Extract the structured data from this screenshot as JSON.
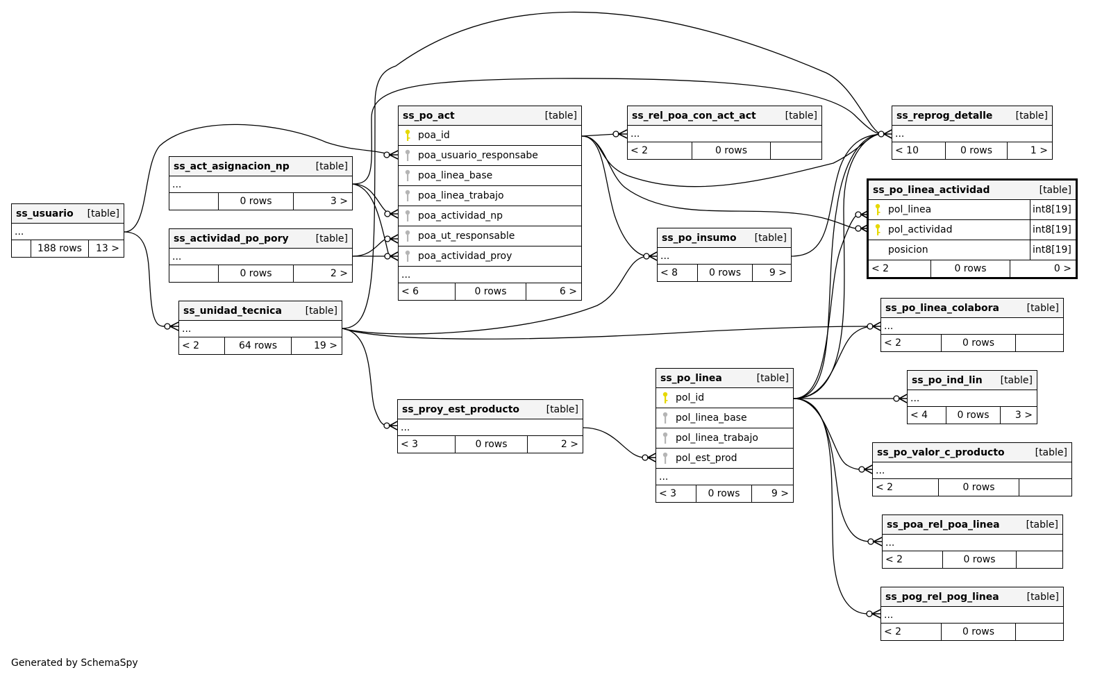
{
  "diagram": {
    "generator_text": "Generated by SchemaSpy",
    "colors": {
      "primary_key": "#e6d800",
      "foreign_key": "#b5b5b5",
      "header_bg": "#f4f4f4",
      "line": "#000000"
    },
    "tables": {
      "ss_usuario": {
        "name": "ss_usuario",
        "type": "[table]",
        "columns": [],
        "ellipsis": "...",
        "parents": "",
        "rows": "188 rows",
        "children": "13 >"
      },
      "ss_act_asignacion_np": {
        "name": "ss_act_asignacion_np",
        "type": "[table]",
        "columns": [],
        "ellipsis": "...",
        "parents": "",
        "rows": "0 rows",
        "children": "3 >"
      },
      "ss_actividad_po_pory": {
        "name": "ss_actividad_po_pory",
        "type": "[table]",
        "columns": [],
        "ellipsis": "...",
        "parents": "",
        "rows": "0 rows",
        "children": "2 >"
      },
      "ss_unidad_tecnica": {
        "name": "ss_unidad_tecnica",
        "type": "[table]",
        "columns": [],
        "ellipsis": "...",
        "parents": "< 2",
        "rows": "64 rows",
        "children": "19 >"
      },
      "ss_po_act": {
        "name": "ss_po_act",
        "type": "[table]",
        "columns": [
          {
            "name": "poa_id",
            "key": "primary"
          },
          {
            "name": "poa_usuario_responsabe",
            "key": "foreign"
          },
          {
            "name": "poa_linea_base",
            "key": "foreign"
          },
          {
            "name": "poa_linea_trabajo",
            "key": "foreign"
          },
          {
            "name": "poa_actividad_np",
            "key": "foreign"
          },
          {
            "name": "poa_ut_responsable",
            "key": "foreign"
          },
          {
            "name": "poa_actividad_proy",
            "key": "foreign"
          }
        ],
        "ellipsis": "...",
        "parents": "< 6",
        "rows": "0 rows",
        "children": "6 >"
      },
      "ss_proy_est_producto": {
        "name": "ss_proy_est_producto",
        "type": "[table]",
        "columns": [],
        "ellipsis": "...",
        "parents": "< 3",
        "rows": "0 rows",
        "children": "2 >"
      },
      "ss_rel_poa_con_act_act": {
        "name": "ss_rel_poa_con_act_act",
        "type": "[table]",
        "columns": [],
        "ellipsis": "...",
        "parents": "< 2",
        "rows": "0 rows",
        "children": ""
      },
      "ss_po_insumo": {
        "name": "ss_po_insumo",
        "type": "[table]",
        "columns": [],
        "ellipsis": "...",
        "parents": "< 8",
        "rows": "0 rows",
        "children": "9 >"
      },
      "ss_po_linea": {
        "name": "ss_po_linea",
        "type": "[table]",
        "columns": [
          {
            "name": "pol_id",
            "key": "primary"
          },
          {
            "name": "pol_linea_base",
            "key": "foreign"
          },
          {
            "name": "pol_linea_trabajo",
            "key": "foreign"
          },
          {
            "name": "pol_est_prod",
            "key": "foreign"
          }
        ],
        "ellipsis": "...",
        "parents": "< 3",
        "rows": "0 rows",
        "children": "9 >"
      },
      "ss_reprog_detalle": {
        "name": "ss_reprog_detalle",
        "type": "[table]",
        "columns": [],
        "ellipsis": "...",
        "parents": "< 10",
        "rows": "0 rows",
        "children": "1 >"
      },
      "ss_po_linea_actividad": {
        "name": "ss_po_linea_actividad",
        "type": "[table]",
        "columns": [
          {
            "name": "pol_linea",
            "key": "primary",
            "datatype": "int8[19]"
          },
          {
            "name": "pol_actividad",
            "key": "primary",
            "datatype": "int8[19]"
          },
          {
            "name": "posicion",
            "key": "none",
            "datatype": "int8[19]"
          }
        ],
        "parents": "< 2",
        "rows": "0 rows",
        "children": "0 >"
      },
      "ss_po_linea_colabora": {
        "name": "ss_po_linea_colabora",
        "type": "[table]",
        "columns": [],
        "ellipsis": "...",
        "parents": "< 2",
        "rows": "0 rows",
        "children": ""
      },
      "ss_po_ind_lin": {
        "name": "ss_po_ind_lin",
        "type": "[table]",
        "columns": [],
        "ellipsis": "...",
        "parents": "< 4",
        "rows": "0 rows",
        "children": "3 >"
      },
      "ss_po_valor_c_producto": {
        "name": "ss_po_valor_c_producto",
        "type": "[table]",
        "columns": [],
        "ellipsis": "...",
        "parents": "< 2",
        "rows": "0 rows",
        "children": ""
      },
      "ss_poa_rel_poa_linea": {
        "name": "ss_poa_rel_poa_linea",
        "type": "[table]",
        "columns": [],
        "ellipsis": "...",
        "parents": "< 2",
        "rows": "0 rows",
        "children": ""
      },
      "ss_pog_rel_pog_linea": {
        "name": "ss_pog_rel_pog_linea",
        "type": "[table]",
        "columns": [],
        "ellipsis": "...",
        "parents": "< 2",
        "rows": "0 rows",
        "children": ""
      }
    },
    "relationships": [
      {
        "from": "ss_usuario",
        "to": "ss_po_act.poa_usuario_responsabe"
      },
      {
        "from": "ss_usuario",
        "to": "ss_unidad_tecnica"
      },
      {
        "from": "ss_act_asignacion_np",
        "to": "ss_po_act.poa_actividad_np"
      },
      {
        "from": "ss_act_asignacion_np",
        "to": "ss_reprog_detalle"
      },
      {
        "from": "ss_act_asignacion_np",
        "to": "ss_po_act.poa_actividad_proy"
      },
      {
        "from": "ss_actividad_po_pory",
        "to": "ss_po_act.poa_ut_responsable"
      },
      {
        "from": "ss_actividad_po_pory",
        "to": "ss_po_act.poa_actividad_proy"
      },
      {
        "from": "ss_unidad_tecnica",
        "to": "ss_reprog_detalle"
      },
      {
        "from": "ss_unidad_tecnica",
        "to": "ss_po_insumo"
      },
      {
        "from": "ss_unidad_tecnica",
        "to": "ss_po_linea_colabora"
      },
      {
        "from": "ss_unidad_tecnica",
        "to": "ss_proy_est_producto"
      },
      {
        "from": "ss_po_act",
        "to": "ss_rel_poa_con_act_act"
      },
      {
        "from": "ss_po_act",
        "to": "ss_reprog_detalle"
      },
      {
        "from": "ss_po_act",
        "to": "ss_po_insumo"
      },
      {
        "from": "ss_po_act",
        "to": "ss_po_linea_actividad.pol_actividad"
      },
      {
        "from": "ss_proy_est_producto",
        "to": "ss_po_linea.pol_est_prod"
      },
      {
        "from": "ss_po_insumo",
        "to": "ss_reprog_detalle"
      },
      {
        "from": "ss_po_linea",
        "to": "ss_reprog_detalle"
      },
      {
        "from": "ss_po_linea",
        "to": "ss_po_linea_actividad.pol_linea"
      },
      {
        "from": "ss_po_linea",
        "to": "ss_po_linea_colabora"
      },
      {
        "from": "ss_po_linea",
        "to": "ss_po_ind_lin"
      },
      {
        "from": "ss_po_linea",
        "to": "ss_po_valor_c_producto"
      },
      {
        "from": "ss_po_linea",
        "to": "ss_poa_rel_poa_linea"
      },
      {
        "from": "ss_po_linea",
        "to": "ss_pog_rel_pog_linea"
      }
    ]
  }
}
